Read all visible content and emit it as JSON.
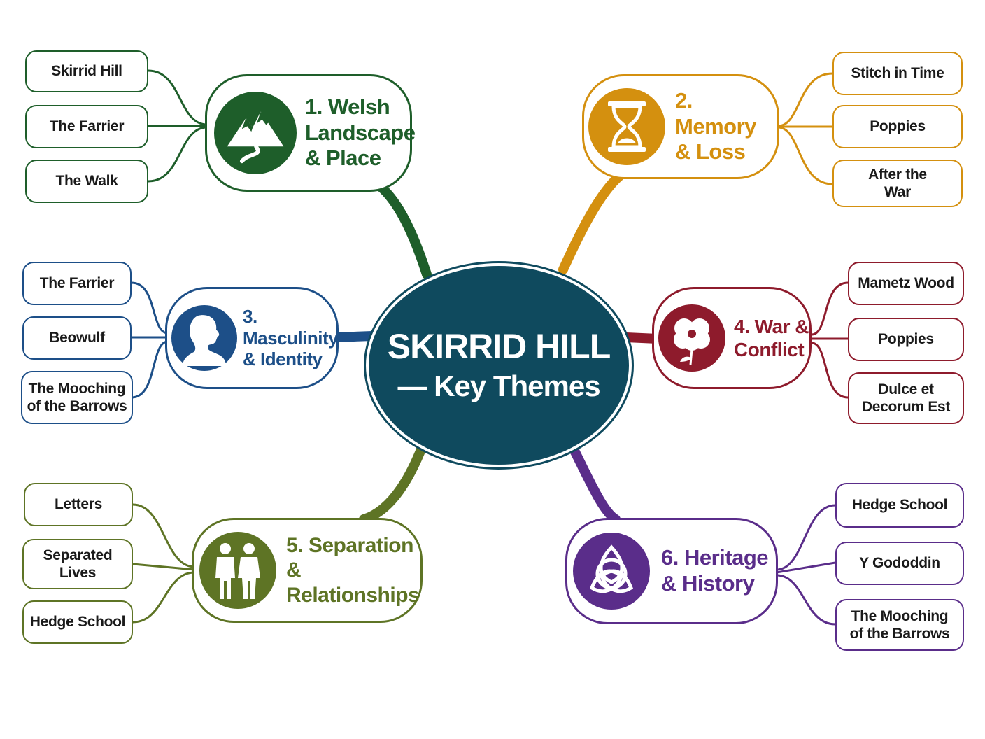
{
  "center": {
    "line1": "SKIRRID HILL",
    "line2": "— Key Themes",
    "color": "#0f4a5e"
  },
  "themes": [
    {
      "id": "welsh",
      "lines": [
        "1. Welsh",
        "Landscape",
        "& Place"
      ],
      "icon": "mountain-icon",
      "color": "#1e5e2a",
      "poems": [
        [
          "Skirrid Hill"
        ],
        [
          "The Farrier"
        ],
        [
          "The Walk"
        ]
      ]
    },
    {
      "id": "memory",
      "lines": [
        "2. Memory",
        "& Loss"
      ],
      "icon": "hourglass-icon",
      "color": "#d4900f",
      "poems": [
        [
          "Stitch in Time"
        ],
        [
          "Poppies"
        ],
        [
          "After the",
          "War"
        ]
      ]
    },
    {
      "id": "masculinity",
      "lines": [
        "3. Masculinity",
        "& Identity"
      ],
      "icon": "head-profile-icon",
      "color": "#1d4f88",
      "poems": [
        [
          "The Farrier"
        ],
        [
          "Beowulf"
        ],
        [
          "The Mooching",
          "of the Barrows"
        ]
      ]
    },
    {
      "id": "war",
      "lines": [
        "4. War &",
        "Conflict"
      ],
      "icon": "poppy-icon",
      "color": "#8e1b2c",
      "poems": [
        [
          "Mametz Wood"
        ],
        [
          "Poppies"
        ],
        [
          "Dulce et",
          "Decorum Est"
        ]
      ]
    },
    {
      "id": "separation",
      "lines": [
        "5. Separation",
        "& Relationships"
      ],
      "icon": "two-people-icon",
      "color": "#5e7425",
      "poems": [
        [
          "Letters"
        ],
        [
          "Separated",
          "Lives"
        ],
        [
          "Hedge School"
        ]
      ]
    },
    {
      "id": "heritage",
      "lines": [
        "6. Heritage",
        "& History"
      ],
      "icon": "celtic-knot-icon",
      "color": "#5a2d8a",
      "poems": [
        [
          "Hedge School"
        ],
        [
          "Y Gododdin"
        ],
        [
          "The Mooching",
          "of the Barrows"
        ]
      ]
    }
  ]
}
